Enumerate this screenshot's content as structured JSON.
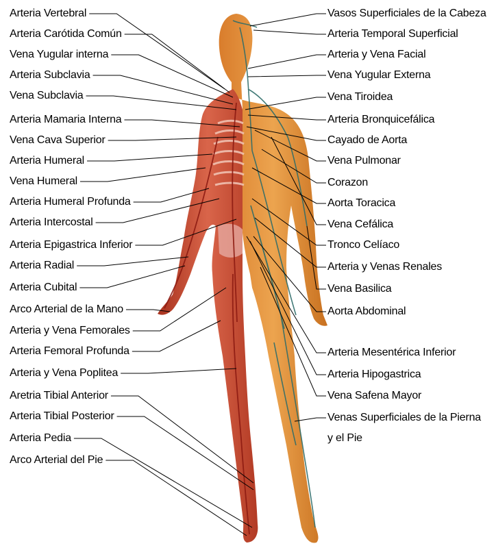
{
  "left_labels": [
    "Arteria Vertebral",
    "Arteria Carótida Común",
    "Vena Yugular interna",
    "Arteria Subclavia",
    "Vena Subclavia",
    "Arteria Mamaria Interna",
    "Vena Cava Superior",
    "Arteria Humeral",
    "Vena Humeral",
    "Arteria Humeral Profunda",
    "Arteria Intercostal",
    "Arteria Epigastrica Inferior",
    "Arteria Radial",
    "Arteria Cubital",
    "Arco Arterial de la Mano",
    "Arteria y Vena Femorales",
    "Arteria Femoral Profunda",
    "Arteria y Vena Poplitea",
    "Aretria Tibial Anterior",
    "Arteria Tibial Posterior",
    "Arteria Pedia",
    "Arco Arterial del Pie"
  ],
  "right_labels": [
    "Vasos Superficiales de la Cabeza",
    "Arteria Temporal Superficial",
    "Arteria y Vena Facial",
    "Vena Yugular Externa",
    "Vena Tiroidea",
    "Arteria Bronquicefálica",
    "Cayado de Aorta",
    "Vena Pulmonar",
    "Corazon",
    "Aorta Toracica",
    "Vena Cefálica",
    "Tronco Celíaco",
    "Arteria y Venas Renales",
    "Vena Basilica",
    "Aorta Abdominal",
    "Arteria Mesentérica Inferior",
    "Arteria Hipogastrica",
    "Vena Safena Mayor",
    "Venas Superficiales de la Pierna",
    "y el Pie"
  ],
  "colors": {
    "skin": "#e0913a",
    "muscle": "#c84a2e",
    "vein": "#2f6d6a",
    "leader": "#000000"
  }
}
